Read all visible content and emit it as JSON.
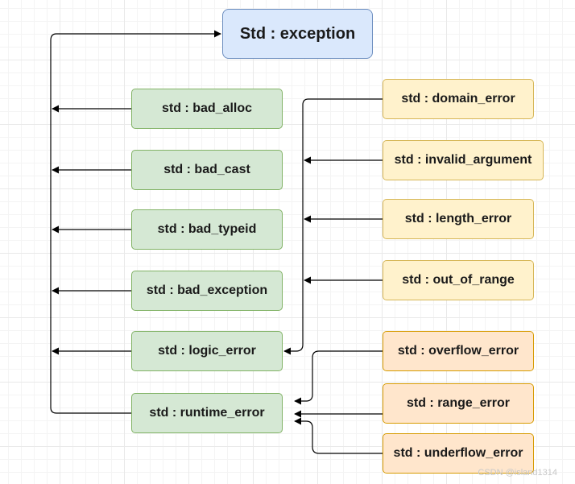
{
  "nodes": {
    "root": "Std : exception",
    "bad_alloc": "std : bad_alloc",
    "bad_cast": "std : bad_cast",
    "bad_typeid": "std : bad_typeid",
    "bad_exception": "std : bad_exception",
    "logic_error": "std : logic_error",
    "runtime_error": "std : runtime_error",
    "domain_error": "std : domain_error",
    "invalid_argument": "std : invalid_argument",
    "length_error": "std : length_error",
    "out_of_range": "std : out_of_range",
    "overflow_error": "std : overflow_error",
    "range_error": "std : range_error",
    "underflow_error": "std : underflow_error"
  },
  "colors": {
    "root_fill": "#dae8fc",
    "root_border": "#6c8ebf",
    "green_fill": "#d5e8d4",
    "green_border": "#82b366",
    "yellow_fill": "#fff2cc",
    "yellow_border": "#d6b656",
    "orange_fill": "#ffe6cc",
    "orange_border": "#d79b00",
    "edge": "#000000"
  },
  "watermark": "CSDN @island1314"
}
